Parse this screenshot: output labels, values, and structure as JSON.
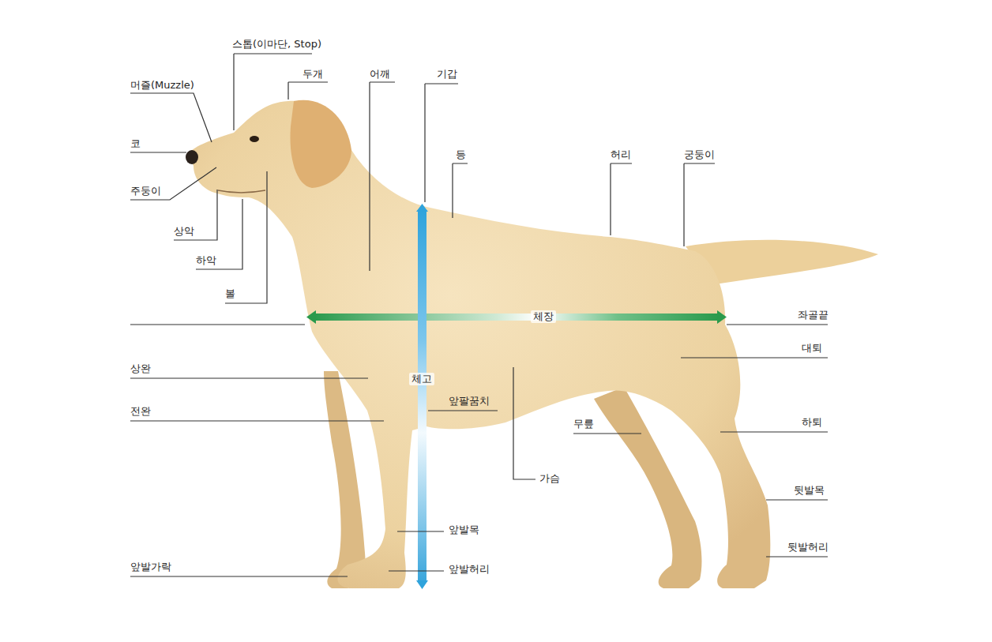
{
  "diagram": {
    "labels": [
      "스톱(이마단, Stop)",
      "머즐(Muzzle)",
      "두개",
      "어깨",
      "기갑",
      "코",
      "등",
      "허리",
      "궁둥이",
      "주둥이",
      "상악",
      "하악",
      "볼",
      "체장",
      "좌골끝",
      "대퇴",
      "상완",
      "체고",
      "앞팔꿈치",
      "전완",
      "무릎",
      "하퇴",
      "가슴",
      "뒷발목",
      "앞발목",
      "뒷발허리",
      "앞발가락",
      "앞발허리"
    ]
  }
}
